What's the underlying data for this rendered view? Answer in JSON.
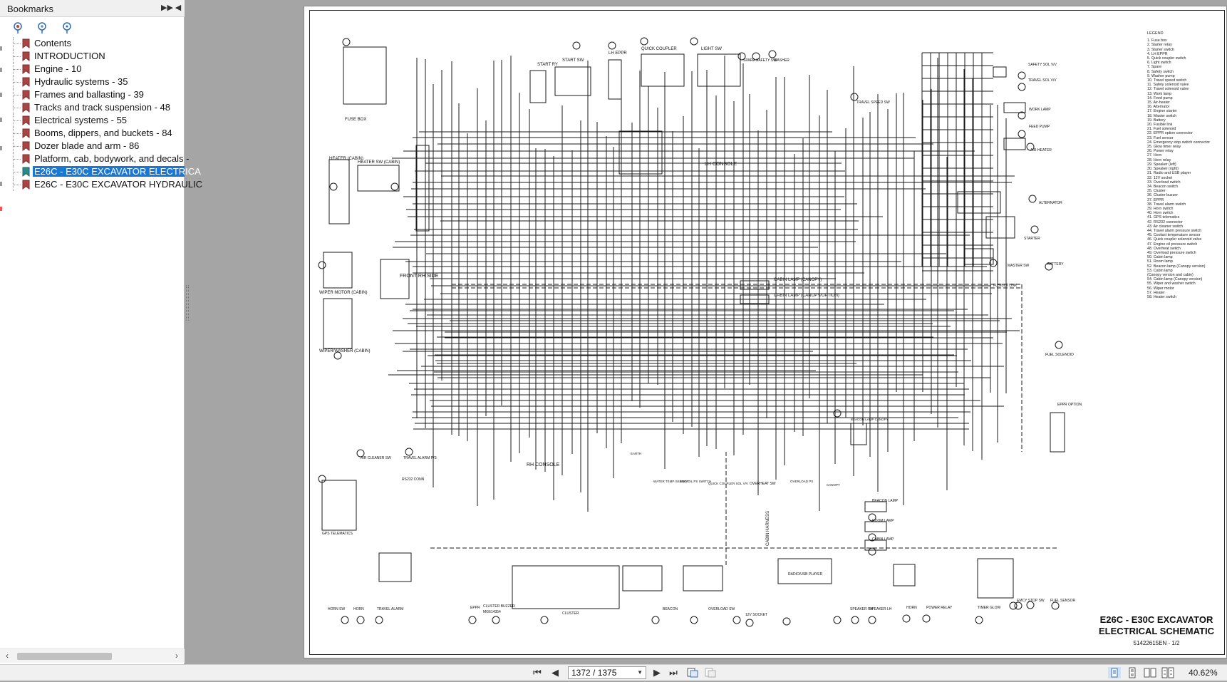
{
  "bookmarks": {
    "title": "Bookmarks",
    "items": [
      {
        "label": "Contents"
      },
      {
        "label": "INTRODUCTION"
      },
      {
        "label": "Engine - 10"
      },
      {
        "label": "Hydraulic systems - 35"
      },
      {
        "label": "Frames and ballasting - 39"
      },
      {
        "label": "Tracks and track suspension - 48"
      },
      {
        "label": "Electrical systems - 55"
      },
      {
        "label": "Booms, dippers, and buckets - 84"
      },
      {
        "label": "Dozer blade and arm - 86"
      },
      {
        "label": "Platform, cab, bodywork, and decals -"
      },
      {
        "label": "E26C - E30C EXCAVATOR ELECTRICA",
        "selected": true
      },
      {
        "label": "E26C - E30C EXCAVATOR HYDRAULIC"
      }
    ]
  },
  "document": {
    "title_line1": "E26C - E30C EXCAVATOR",
    "title_line2": "ELECTRICAL SCHEMATIC",
    "doc_number": "51422615EN - 1/2",
    "legend_title": "LEGEND",
    "legend": [
      "1. Fuse box",
      "2. Starter relay",
      "3. Starter switch",
      "4. LH EPPR",
      "5. Quick coupler switch",
      "6. Light switch",
      "7. Spare",
      "8. Safety switch",
      "9. Washer pump",
      "10. Travel speed switch",
      "11. Safety solenoid valve",
      "12. Travel solenoid valve",
      "13. Work lamp",
      "14. Feed pump",
      "15. Air-heater",
      "16. Alternator",
      "17. Engine starter",
      "18. Master switch",
      "19. Battery",
      "20. Fusible link",
      "21. Fuel solenoid",
      "22. EPPR option connector",
      "23. Fuel sensor",
      "24. Emergency stop switch connector",
      "25. Glow timer relay",
      "26. Power relay",
      "27. Horn",
      "28. Horn relay",
      "29. Speaker (left)",
      "30. Speaker (right)",
      "31. Radio and USB player",
      "32. 12V socket",
      "33. Overload switch",
      "34. Beacon switch",
      "35. Cluster",
      "36. Cluster buzzer",
      "37. EPPR",
      "38. Travel alarm switch",
      "39. Horn switch",
      "40. Horn switch",
      "41. GPS telematics",
      "42. RS232 connector",
      "43. Air cleaner switch",
      "44. Travel alarm pressure switch",
      "45. Coolant temperature sensor",
      "46. Quick coupler solenoid valve",
      "47. Engine oil pressure switch",
      "48. Overheat switch",
      "49. Overload pressure switch",
      "50. Cabin lamp",
      "51. Room lamp",
      "52. Beacon lamp (Canopy version)",
      "53. Cabin lamp",
      "    (Canopy version and cabin)",
      "54. Cabin lamp (Canopy version)",
      "55. Wiper and washer switch",
      "56. Wiper motor",
      "57. Heater",
      "58. Heater switch"
    ],
    "labels": {
      "fuse_box": "FUSE BOX",
      "heater_cabin": "HEATER (CABIN)",
      "heater_sw_cabin": "HEATER SW (CABIN)",
      "lh_console": "LH CONSOLE",
      "rh_console": "RH CONSOLE",
      "front_rh_side": "FRONT RH SIDE",
      "wiper_washer": "WIPER/WASHER (CABIN)",
      "wiper_motor": "WIPER MOTOR (CABIN)",
      "start_ry": "START RY",
      "start_sw": "START SW",
      "lh_eppr": "LH EPPR",
      "quick_coupler": "QUICK COUPLER",
      "light_sw": "LIGHT SW",
      "spare": "SPARE",
      "safety_sw": "SAFETY SW",
      "washer": "WASHER",
      "travel_speed_sw": "TRAVEL SPEED SW",
      "safety_sol": "SAFETY SOL V/V",
      "travel_sol": "TRAVEL SOL V/V",
      "work_lamp": "WORK LAMP",
      "feed_pump": "FEED PUMP",
      "air_heater": "AIR-HEATER",
      "alternator": "ALTERNATOR",
      "starter": "STARTER",
      "master_sw": "MASTER SW",
      "battery": "BATTERY",
      "fusible_link": "FUSIBLE LINK",
      "fuel_solenoid": "FUEL SOLENOID",
      "eppr_option": "EPPR OPTION",
      "cabin_lamp_canopy": "CABIN LAMP (CANOPY)",
      "cabin_lamp_option": "CABIN LAMP (CANOPY/OPTION)",
      "air_cleaner_sw": "AIR CLEANER SW",
      "travel_alarm_ps": "TRAVEL ALARM P/S",
      "gps_telematics": "GPS TELEMATICS",
      "rs232_conn": "RS232 CONN",
      "horn_sw": "HORN SW",
      "horn": "HORN",
      "travel_alarm": "TRAVEL ALARM",
      "eppr": "EPPR",
      "cluster_buzzer": "CLUSTER BUZZER",
      "mg614354": "MG614354",
      "cluster": "CLUSTER",
      "beacon": "BEACON",
      "overload_sw": "OVERLOAD SW",
      "v12_socket": "12V SOCKET",
      "cabin_harness": "CABIN HARNESS",
      "radio_usb": "RADIO/USB PLAYER",
      "speaker_rh": "SPEAKER RH",
      "speaker_lh": "SPEAKER LH",
      "horn2": "HORN",
      "power_relay": "POWER RELAY",
      "timer_glow": "TIMER GLOW",
      "emcy_stop": "EMCY STOP SW",
      "fuel_sensor": "FUEL SENSOR",
      "beacon_lamp_canopy": "BEACON LAMP CANOPY",
      "beacon_lamp": "BEACON LAMP",
      "room_lamp": "ROOM LAMP",
      "cabin_lamp": "CABIN LAMP",
      "overheat_sw": "OVERHEAT SW",
      "overload_ps": "OVERLOAD PS",
      "canopy": "CANOPY",
      "water_temp": "WATER TEMP SENSOR",
      "eng_oil_ps": "ENG OIL PS SWITCH",
      "qc_sol": "QUICK COUPLER SOL V/V",
      "earth": "EARTH"
    }
  },
  "nav": {
    "page_indicator": "1372 / 1375",
    "zoom": "40.62%"
  }
}
